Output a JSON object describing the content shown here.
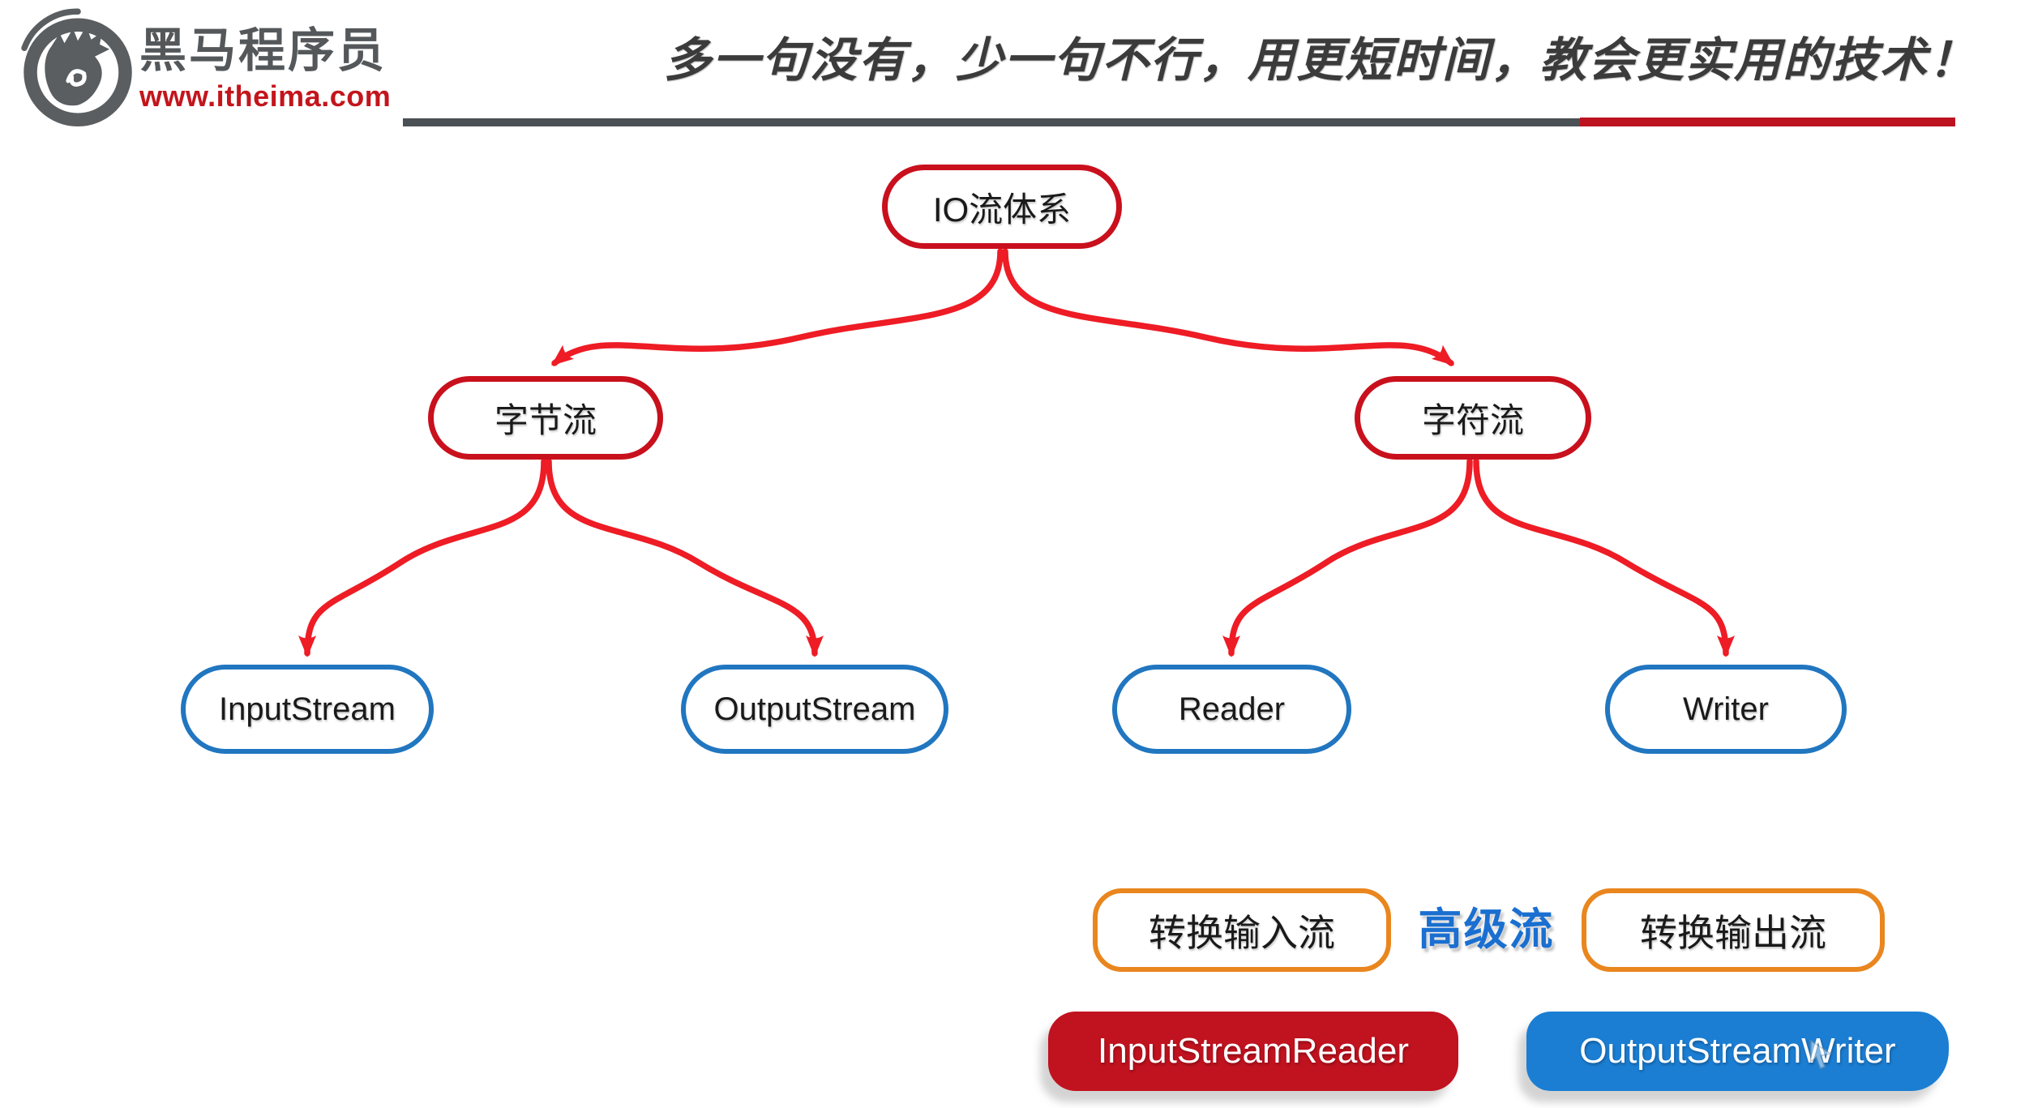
{
  "brand": {
    "name": "黑马程序员",
    "url": "www.itheima.com"
  },
  "header": {
    "slogan": "多一句没有，少一句不行，用更短时间，教会更实用的技术！"
  },
  "tree": {
    "root": {
      "label": "IO流体系"
    },
    "branches": [
      {
        "label": "字节流",
        "children": [
          {
            "label": "InputStream"
          },
          {
            "label": "OutputStream"
          }
        ]
      },
      {
        "label": "字符流",
        "children": [
          {
            "label": "Reader"
          },
          {
            "label": "Writer"
          }
        ]
      }
    ]
  },
  "advanced": {
    "label": "高级流",
    "wrappers": [
      {
        "label": "转换输入流"
      },
      {
        "label": "转换输出流"
      }
    ],
    "classes": [
      {
        "label": "InputStreamReader"
      },
      {
        "label": "OutputStreamWriter"
      }
    ]
  },
  "colors": {
    "arrow_red": "#ee1c25",
    "node_red_border": "#c9101d",
    "node_blue_border": "#2176c0",
    "wrapper_orange_border": "#e9861e",
    "advanced_text_blue": "#1a6fd0",
    "class_red_fill": "#c1121f",
    "class_blue_fill": "#1b7ed3",
    "brand_gray": "#55585a",
    "brand_red": "#c3151c",
    "rule_gray": "#4b5054",
    "rule_red": "#bd1320"
  }
}
